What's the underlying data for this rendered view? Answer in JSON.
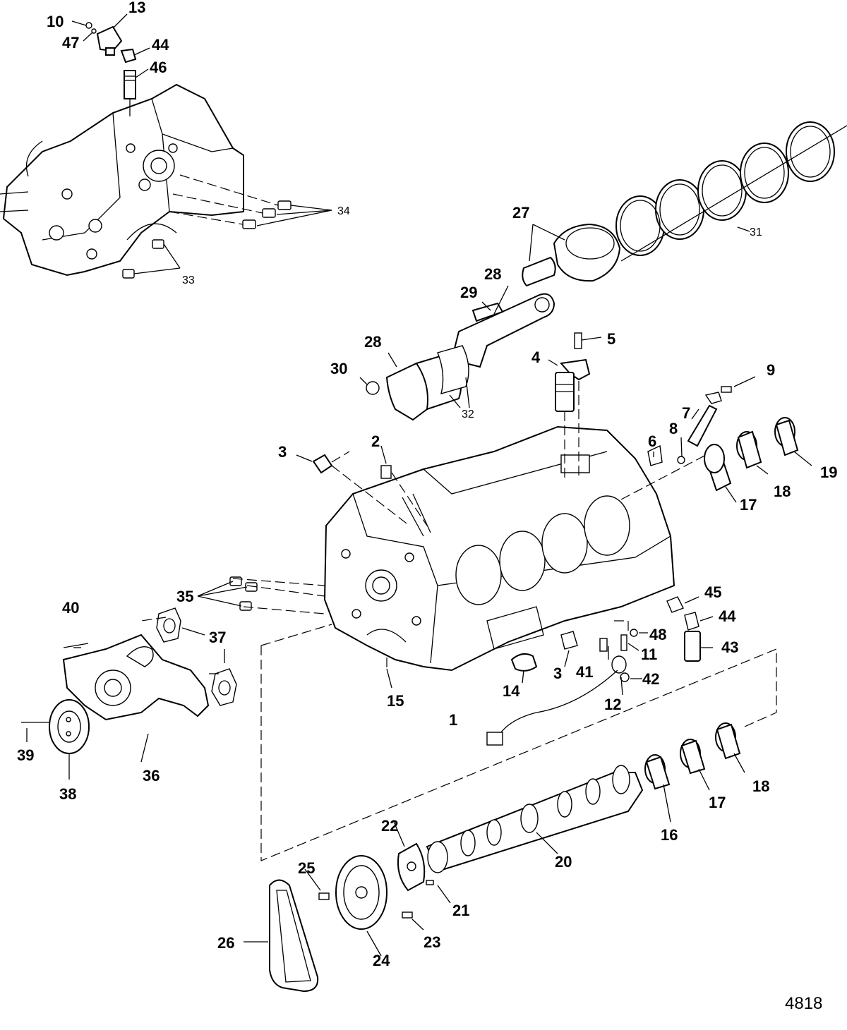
{
  "figure_number": "4818",
  "callouts": {
    "c1": "1",
    "c2": "2",
    "c3a": "3",
    "c3b": "3",
    "c4": "4",
    "c5": "5",
    "c6": "6",
    "c7": "7",
    "c8": "8",
    "c9": "9",
    "c10": "10",
    "c11": "11",
    "c12": "12",
    "c13": "13",
    "c14": "14",
    "c15": "15",
    "c16": "16",
    "c17a": "17",
    "c17b": "17",
    "c18a": "18",
    "c18b": "18",
    "c19": "19",
    "c20": "20",
    "c21": "21",
    "c22": "22",
    "c23": "23",
    "c24": "24",
    "c25": "25",
    "c26": "26",
    "c27": "27",
    "c28a": "28",
    "c28b": "28",
    "c29": "29",
    "c30": "30",
    "c31": "31",
    "c32": "32",
    "c33": "33",
    "c34": "34",
    "c35": "35",
    "c36": "36",
    "c37": "37",
    "c38": "38",
    "c39": "39",
    "c40": "40",
    "c41": "41",
    "c42": "42",
    "c43": "43",
    "c44a": "44",
    "c44b": "44",
    "c45": "45",
    "c46": "46",
    "c47": "47",
    "c48": "48"
  }
}
